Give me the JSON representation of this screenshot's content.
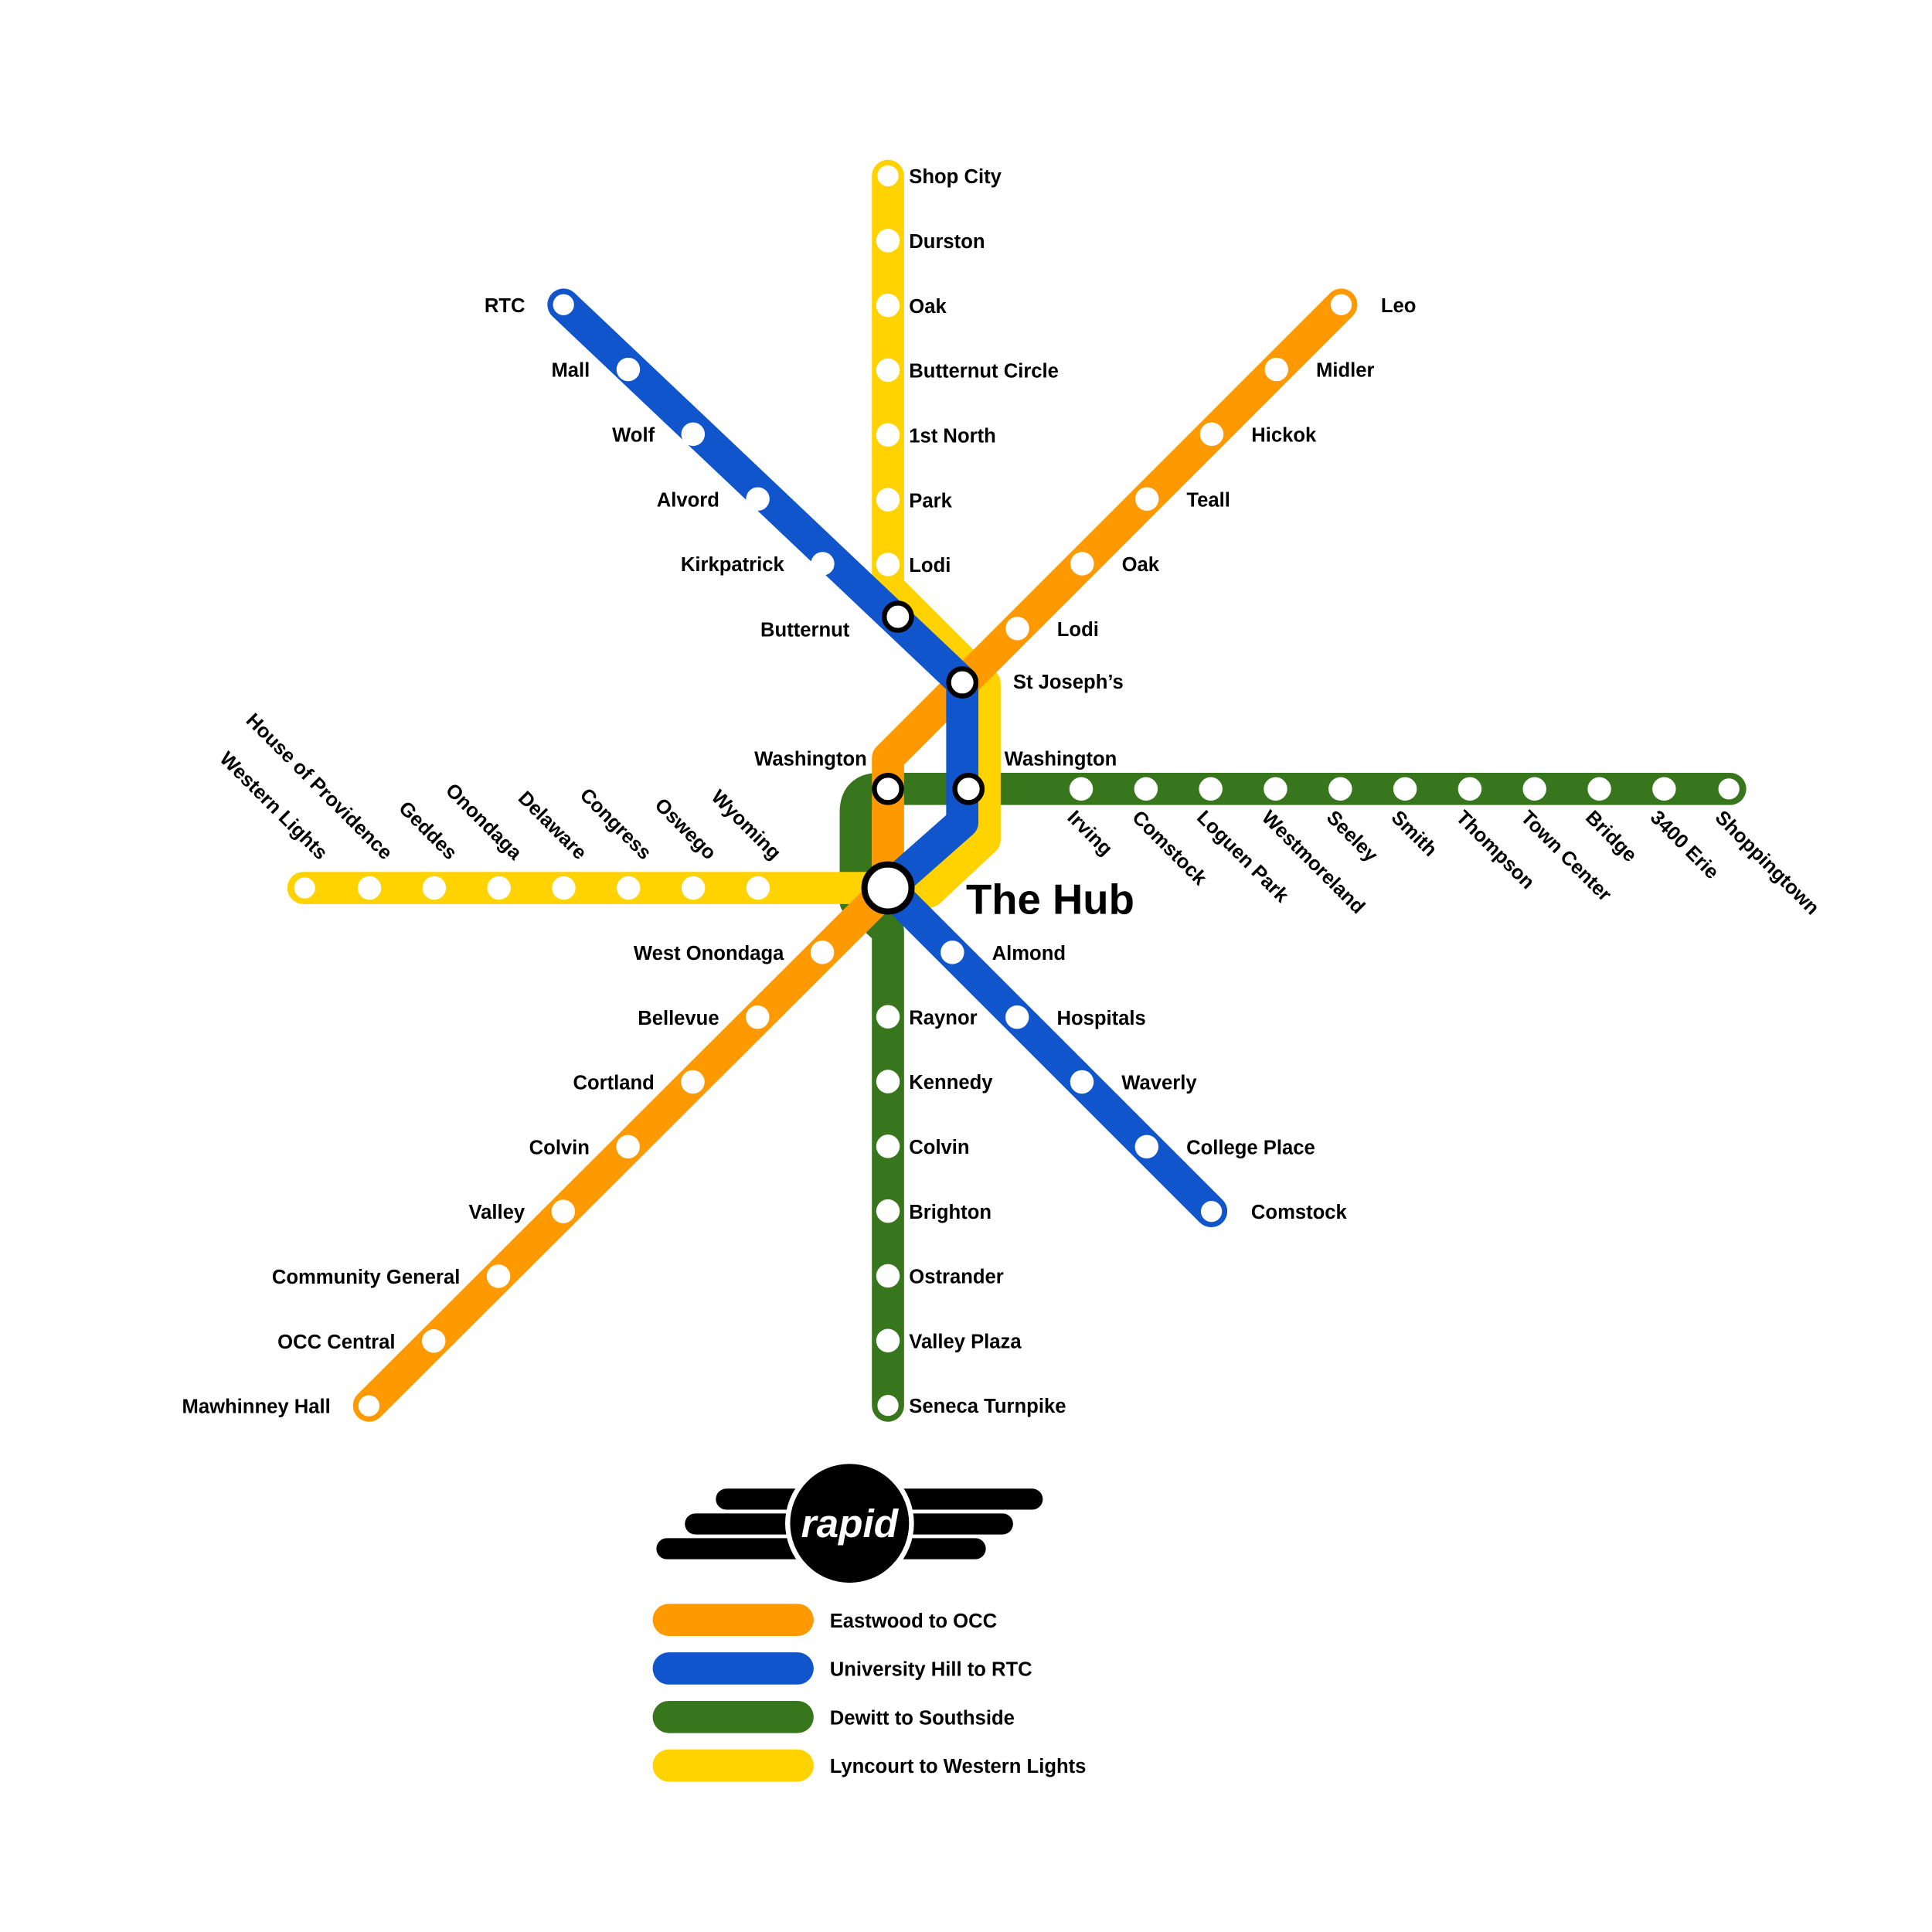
{
  "hub": {
    "name": "The Hub"
  },
  "colors": {
    "orange": "#FF9900",
    "blue": "#1155CC",
    "green": "#38761D",
    "yellow": "#FFD200"
  },
  "logo": {
    "text": "rapid"
  },
  "legend": [
    {
      "label": "Eastwood to OCC",
      "color": "#FF9900"
    },
    {
      "label": "University Hill to RTC",
      "color": "#1155CC"
    },
    {
      "label": "Dewitt to Southside",
      "color": "#38761D"
    },
    {
      "label": "Lyncourt to Western Lights",
      "color": "#FFD200"
    }
  ],
  "lines": {
    "yellow_north": [
      "Shop City",
      "Durston",
      "Oak",
      "Butternut Circle",
      "1st North",
      "Park",
      "Lodi"
    ],
    "yellow_west": [
      "Western Lights",
      "House of Providence",
      "Geddes",
      "Onondaga",
      "Delaware",
      "Congress",
      "Oswego",
      "Wyoming"
    ],
    "blue_north": [
      "RTC",
      "Mall",
      "Wolf",
      "Alvord",
      "Kirkpatrick"
    ],
    "blue_south": [
      "Almond",
      "Hospitals",
      "Waverly",
      "College Place",
      "Comstock"
    ],
    "orange_north": [
      "Leo",
      "Midler",
      "Hickok",
      "Teall",
      "Oak",
      "Lodi"
    ],
    "orange_south": [
      "West Onondaga",
      "Bellevue",
      "Cortland",
      "Colvin",
      "Valley",
      "Community General",
      "OCC Central",
      "Mawhinney Hall"
    ],
    "green_east": [
      "Irving",
      "Comstock",
      "Loguen Park",
      "Westmoreland",
      "Seeley",
      "Smith",
      "Thompson",
      "Town Center",
      "Bridge",
      "3400 Erie",
      "Shoppingtown"
    ],
    "green_south": [
      "Raynor",
      "Kennedy",
      "Colvin",
      "Brighton",
      "Ostrander",
      "Valley Plaza",
      "Seneca Turnpike"
    ]
  },
  "interchanges": {
    "butternut": "Butternut",
    "st_josephs": "St Joseph’s",
    "washington_west": "Washington",
    "washington_east": "Washington"
  }
}
